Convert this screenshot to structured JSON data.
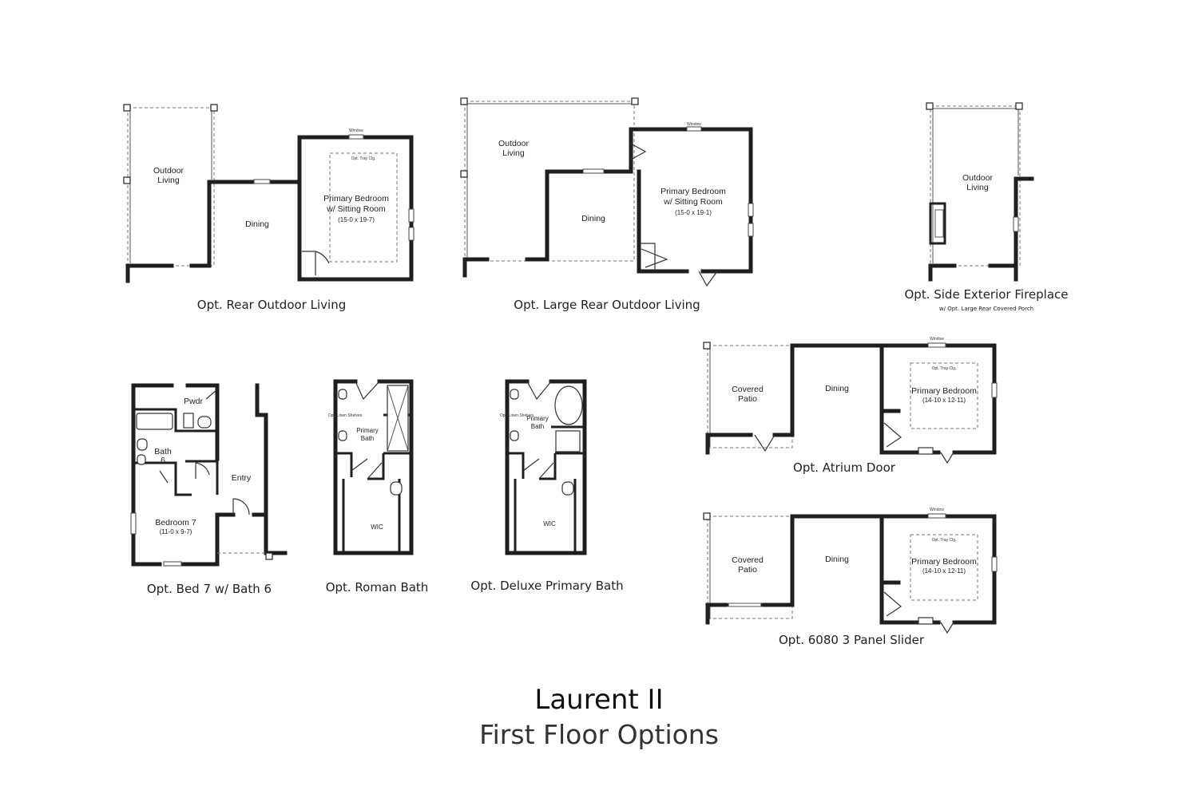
{
  "title": "Laurent II",
  "subtitle": "First Floor Options",
  "window_label": "Window",
  "plans": {
    "rear_outdoor": {
      "caption": "Opt. Rear Outdoor Living",
      "outdoor_a": "Outdoor",
      "outdoor_b": "Living",
      "dining": "Dining",
      "bedroom_a": "Primary Bedroom",
      "bedroom_b": "w/ Sitting Room",
      "bedroom_dim": "(15-0 x 19-7)",
      "tray": "Opt. Tray Clg."
    },
    "large_rear_outdoor": {
      "caption": "Opt. Large Rear Outdoor Living",
      "outdoor_a": "Outdoor",
      "outdoor_b": "Living",
      "dining": "Dining",
      "bedroom_a": "Primary Bedroom",
      "bedroom_b": "w/ Sitting Room",
      "bedroom_dim": "(15-0 x 19-1)"
    },
    "side_fireplace": {
      "caption": "Opt. Side Exterior Fireplace",
      "subcaption": "w/ Opt. Large Rear Covered Porch",
      "outdoor_a": "Outdoor",
      "outdoor_b": "Living"
    },
    "bed7": {
      "caption": "Opt. Bed 7 w/ Bath 6",
      "pwdr": "Pwdr",
      "bath_a": "Bath",
      "bath_b": "6",
      "entry": "Entry",
      "bedroom": "Bedroom 7",
      "bedroom_dim": "(11-0 x 9-7)"
    },
    "roman_bath": {
      "caption": "Opt. Roman Bath",
      "bath_a": "Primary",
      "bath_b": "Bath",
      "wic": "WIC",
      "shelves": "Opt. Linen Shelves"
    },
    "deluxe_bath": {
      "caption": "Opt. Deluxe Primary Bath",
      "bath_a": "Primary",
      "bath_b": "Bath",
      "wic": "WIC",
      "shelves": "Opt. Linen Shelves"
    },
    "atrium": {
      "caption": "Opt. Atrium Door",
      "patio_a": "Covered",
      "patio_b": "Patio",
      "dining": "Dining",
      "bedroom": "Primary Bedroom",
      "bedroom_dim": "(14-10 x 12-11)",
      "tray": "Opt. Tray Clg."
    },
    "slider": {
      "caption": "Opt. 6080 3 Panel Slider",
      "patio_a": "Covered",
      "patio_b": "Patio",
      "dining": "Dining",
      "bedroom": "Primary Bedroom",
      "bedroom_dim": "(14-10 x 12-11)",
      "tray": "Opt. Tray Clg."
    }
  }
}
